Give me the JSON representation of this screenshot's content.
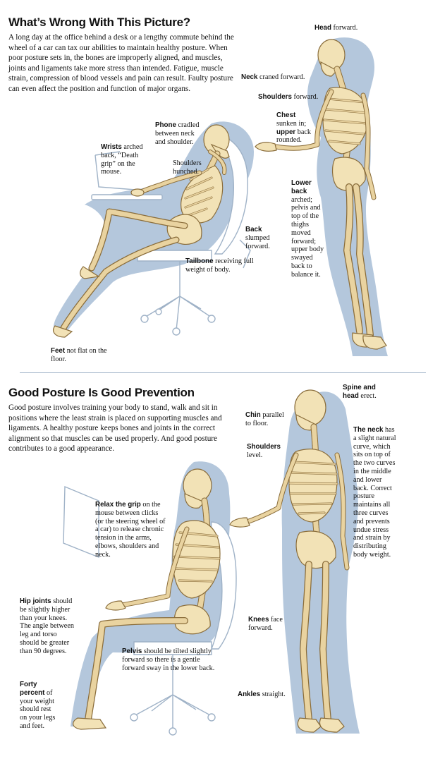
{
  "top": {
    "title": "What’s Wrong With This Picture?",
    "intro": "A long day at the office behind a desk or a lengthy commute behind the wheel of a car can tax our abilities to maintain healthy posture. When poor posture sets in, the bones are improperly aligned, and muscles, joints and ligaments take more stress than intended. Fatigue, muscle strain, compression of blood vessels and pain can result. Faulty posture can even affect the position and function of major organs.",
    "labels": {
      "head": {
        "bold": "Head",
        "text": " forward."
      },
      "neck": {
        "bold": "Neck",
        "text": " craned forward."
      },
      "shoulders": {
        "bold": "Shoulders",
        "text": " forward."
      },
      "chest": {
        "bold": "Chest",
        "text": " sunken in; ",
        "bold2": "upper",
        "text2": " back rounded."
      },
      "phone": {
        "bold": "Phone",
        "text": " cradled between neck and shoulder."
      },
      "wrists": {
        "bold": "Wrists",
        "text": " arched back, “Death grip” on the mouse."
      },
      "shoulders_hunched": {
        "text": "Shoulders hunched."
      },
      "lower_back": {
        "bold": "Lower back",
        "text": " arched; pelvis and top of the thighs moved forward; upper body swayed back to balance it."
      },
      "back": {
        "bold": "Back",
        "text": " slumped forward."
      },
      "tailbone": {
        "bold": "Tailbone",
        "text": " receiving full weight of body."
      },
      "feet": {
        "bold": "Feet",
        "text": " not flat on the floor."
      }
    }
  },
  "bottom": {
    "title": "Good Posture Is Good Prevention",
    "intro": "Good posture involves training your body to stand, walk and sit in positions where the least strain is placed on supporting muscles and ligaments. A healthy posture keeps bones and joints in the correct alignment so that muscles can be used properly. And good posture contributes to a good appearance.",
    "labels": {
      "spine": {
        "bold": "Spine and head",
        "text": " erect."
      },
      "chin": {
        "bold": "Chin",
        "text": " parallel to floor."
      },
      "shoulders": {
        "bold": "Shoulders",
        "text": " level."
      },
      "neck": {
        "bold": "The neck",
        "text": " has a slight natural curve, which sits on top of the two curves in the middle and lower back. Correct posture maintains all three curves and prevents undue stress and strain by distributing body weight."
      },
      "grip": {
        "bold": "Relax the grip",
        "text": " on the mouse between clicks (or the steering wheel of a car) to release chronic tension in the arms, elbows, shoulders and neck."
      },
      "hip": {
        "bold": "Hip joints",
        "text": " should be slightly higher than your knees. The angle between leg and torso should be greater than 90 degrees."
      },
      "knees": {
        "bold": "Knees",
        "text": " face forward."
      },
      "pelvis": {
        "bold": "Pelvis",
        "text": " should be tilted slightly forward so there is a gentle forward sway in the lower back."
      },
      "forty": {
        "bold": "Forty percent",
        "text": " of your weight should rest on your legs and feet."
      },
      "ankles": {
        "bold": "Ankles",
        "text": " straight."
      }
    }
  },
  "colors": {
    "bone": "#f2e2b6",
    "bone_outline": "#8a6d3b",
    "shadow": "#b4c7dc",
    "chair_line": "#9fb2c7",
    "divider": "#9fb2c7"
  }
}
